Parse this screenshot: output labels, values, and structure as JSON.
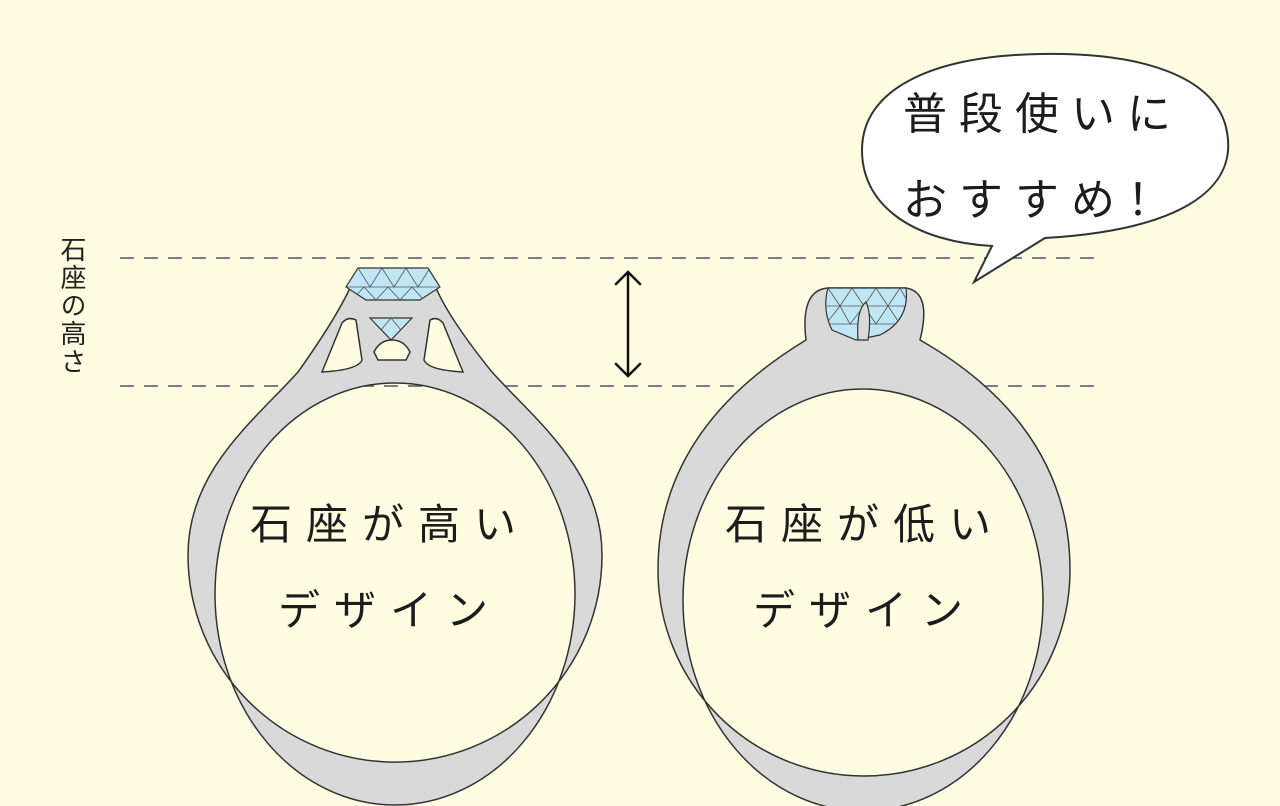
{
  "side_label": "石座の高さ",
  "rings": [
    {
      "line1": "石座が高い",
      "line2": "デザイン"
    },
    {
      "line1": "石座が低い",
      "line2": "デザイン"
    }
  ],
  "bubble": {
    "line1": "普段使いに",
    "line2": "おすすめ！"
  },
  "colors": {
    "background": "#fefce1",
    "ring": "#d9d9d9",
    "stroke": "#333333",
    "gem": "#bfe6f5",
    "guide": "#555555"
  }
}
